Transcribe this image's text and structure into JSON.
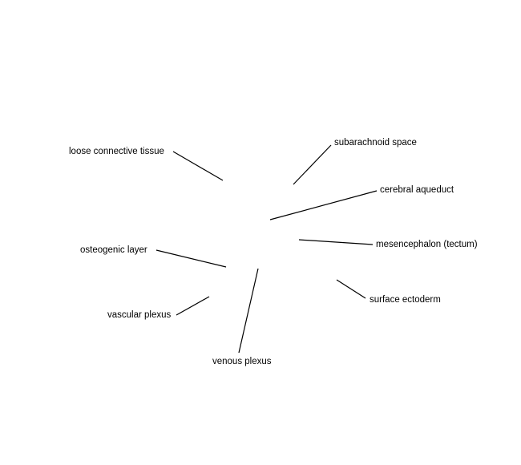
{
  "diagram": {
    "labels": {
      "loose_connective_tissue": "loose connective tissue",
      "subarachnoid_space": "subarachnoid space",
      "cerebral_aqueduct": "cerebral aqueduct",
      "osteogenic_layer": "osteogenic layer",
      "mesencephalon_tectum": "mesencephalon (tectum)",
      "vascular_plexus": "vascular plexus",
      "surface_ectoderm": "surface ectoderm",
      "venous_plexus": "venous plexus"
    },
    "colors": {
      "background": "#ffffff",
      "line": "#000000",
      "text": "#000000"
    }
  }
}
